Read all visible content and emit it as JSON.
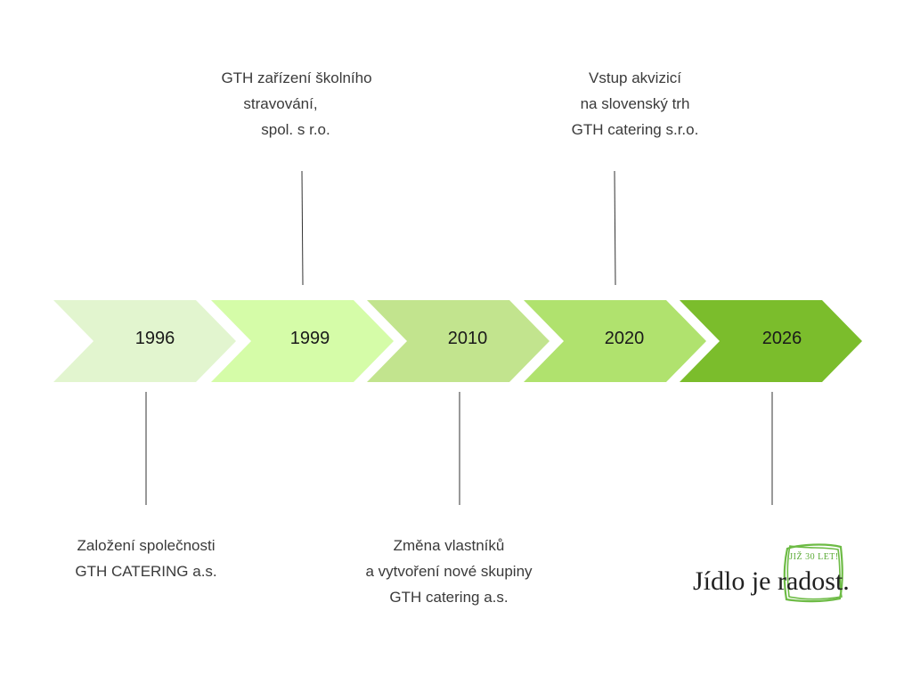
{
  "milestones": [
    {
      "year": "1996",
      "color": "#e2f5cf",
      "position": "below",
      "lines": [
        "Založení společnosti",
        "GTH CATERING a.s."
      ]
    },
    {
      "year": "1999",
      "color": "#d5fca8",
      "position": "above",
      "lines": [
        "GTH zařízení školního",
        "stravování,",
        "spol. s r.o."
      ]
    },
    {
      "year": "2010",
      "color": "#c2e48e",
      "position": "below",
      "lines": [
        "Změna vlastníků",
        "a vytvoření nové skupiny",
        "GTH catering a.s."
      ]
    },
    {
      "year": "2020",
      "color": "#b0e26e",
      "position": "above",
      "lines": [
        "Vstup akvizicí",
        "na slovenský trh",
        "GTH catering s.r.o."
      ]
    },
    {
      "year": "2026",
      "color": "#7bbd2c",
      "position": "below",
      "lines": []
    }
  ],
  "brand": {
    "text": "Jídlo je radost.",
    "badge": "JIŽ 30 LET!",
    "badge_color": "#6dbb45"
  },
  "colors": {
    "connector": "#333333"
  }
}
